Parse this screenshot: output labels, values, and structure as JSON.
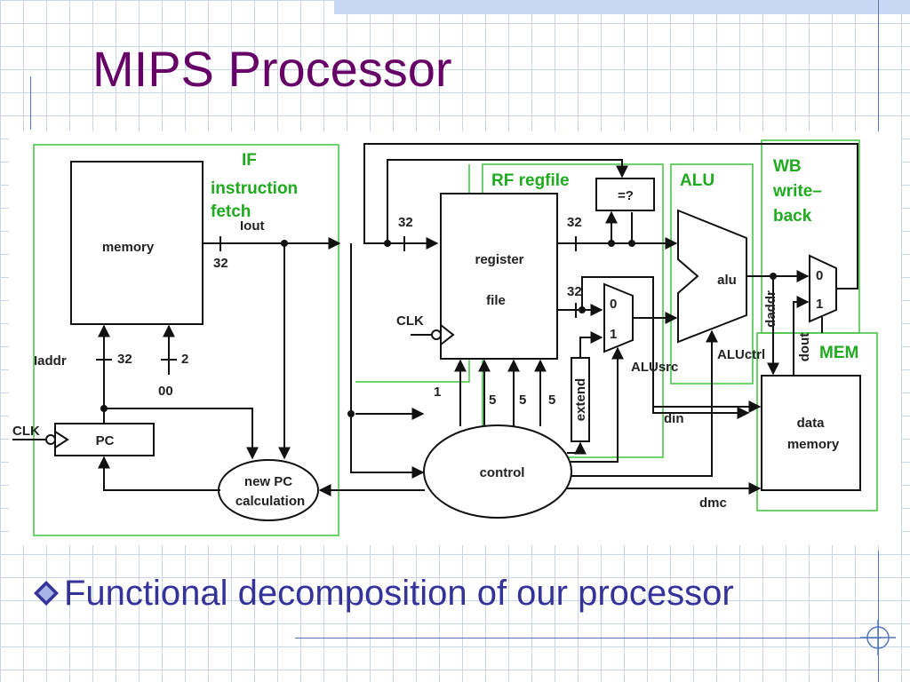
{
  "slide": {
    "title": "MIPS Processor",
    "bullet": "Functional decomposition of our processor"
  },
  "colors": {
    "title": "#660066",
    "bullet_text": "#333399",
    "stage_label": "#1faa1f",
    "wire": "#111111"
  },
  "diagram": {
    "stages": {
      "if_line1": "IF",
      "if_line2": "instruction",
      "if_line3": "fetch",
      "rf": "RF regfile",
      "alu": "ALU",
      "wb_line1": "WB",
      "wb_line2": "write–",
      "wb_line3": "back",
      "mem": "MEM"
    },
    "blocks": {
      "imem": "memory",
      "regfile_line1": "register",
      "regfile_line2": "file",
      "compare": "=?",
      "alu": "alu",
      "pc": "PC",
      "newpc_line1": "new PC",
      "newpc_line2": "calculation",
      "control": "control",
      "extend": "extend",
      "dmem_line1": "data",
      "dmem_line2": "memory"
    },
    "signals": {
      "iout": "Iout",
      "iaddr": "Iaddr",
      "clk": "CLK",
      "w32": "32",
      "w2": "2",
      "w00": "00",
      "w1": "1",
      "w5": "5",
      "mux0": "0",
      "mux1": "1",
      "alusrc": "ALUsrc",
      "aluctrl": "ALUctrl",
      "din": "din",
      "dmc": "dmc",
      "daddr": "daddr",
      "dout": "dout"
    }
  }
}
